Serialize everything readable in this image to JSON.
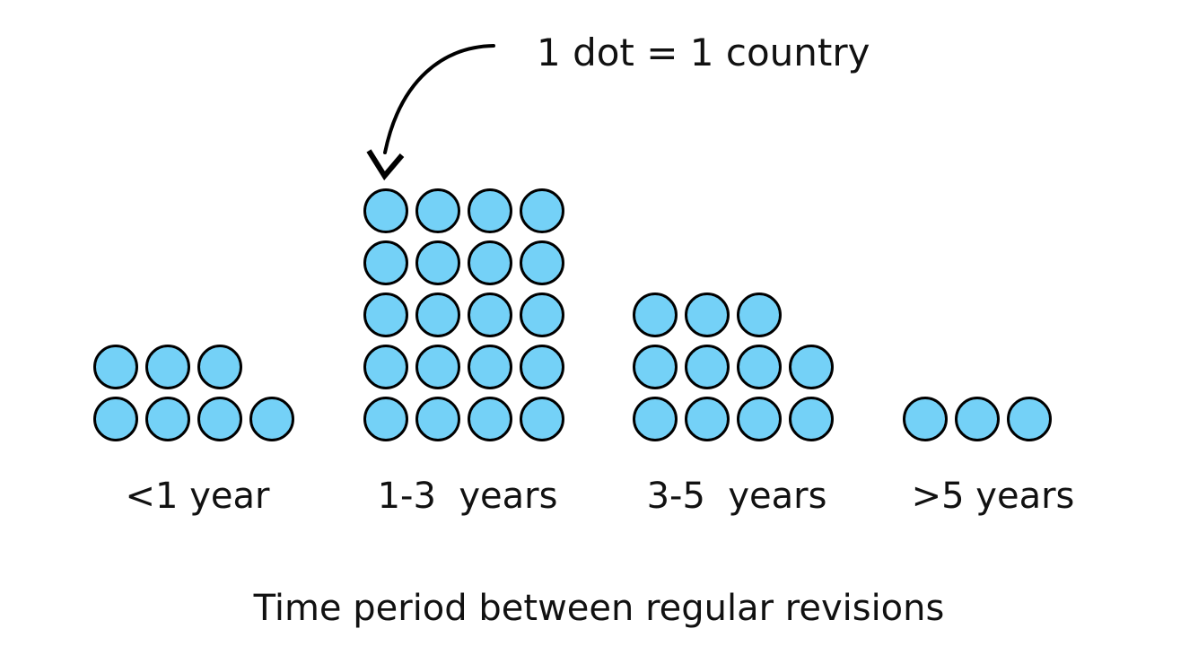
{
  "chart_data": {
    "type": "bar",
    "title": "",
    "subtitle": "",
    "xlabel": "Time period between regular revisions",
    "ylabel": "",
    "annotation": "1 dot = 1 country",
    "unit_note": "1 dot = 1 country",
    "grid": false,
    "legend": "none",
    "categories": [
      "<1 year",
      "1-3  years",
      "3-5  years",
      ">5 years"
    ],
    "values": [
      7,
      20,
      11,
      3
    ],
    "ylim": [
      0,
      20
    ],
    "dot_fill_color": "#74d1f7",
    "dot_stroke_color": "#000000",
    "dot_columns_per_row": 4,
    "groups": [
      {
        "label": "<1 year",
        "count": 7,
        "rows": [
          3,
          4
        ]
      },
      {
        "label": "1-3  years",
        "count": 20,
        "rows": [
          4,
          4,
          4,
          4,
          4
        ]
      },
      {
        "label": "3-5  years",
        "count": 11,
        "rows": [
          3,
          4,
          4
        ]
      },
      {
        "label": ">5 years",
        "count": 3,
        "rows": [
          3
        ]
      }
    ]
  },
  "annotation": {
    "text": "1 dot = 1 country",
    "arrow_icon": "curved-arrow-down-left-icon"
  },
  "caption": {
    "text": "Time period between regular revisions"
  },
  "labels": {
    "group_0": "<1 year",
    "group_1": "1-3  years",
    "group_2": "3-5  years",
    "group_3": ">5 years"
  },
  "colors": {
    "dot_fill": "#74d1f7",
    "dot_stroke": "#000000",
    "text": "#111111",
    "background": "#ffffff"
  }
}
